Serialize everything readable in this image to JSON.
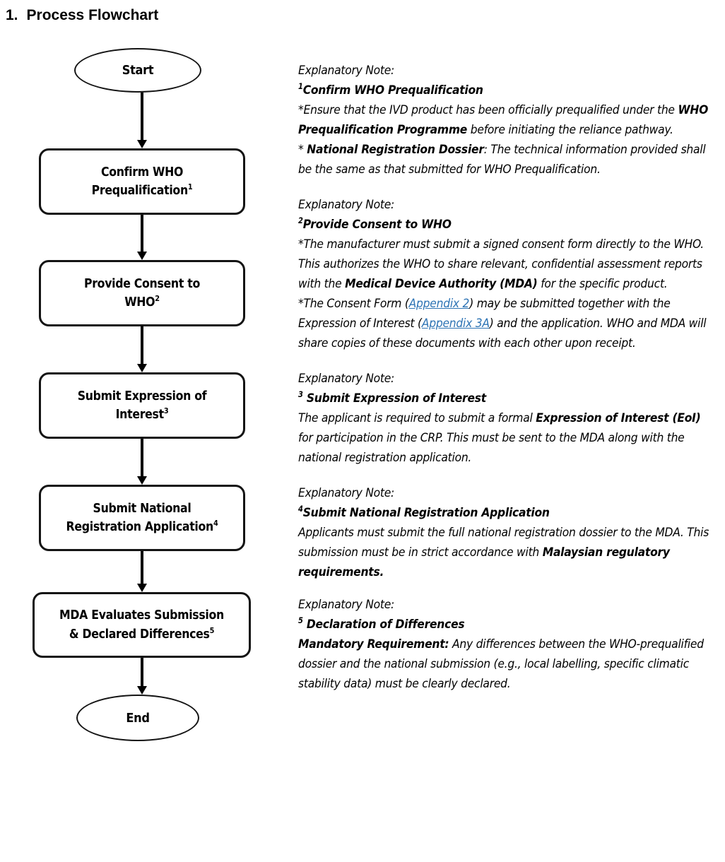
{
  "title": {
    "number": "1.",
    "text": "Process Flowchart"
  },
  "colors": {
    "link": "#2E74B5",
    "stroke": "#141414",
    "text": "#000000",
    "background": "#FFFFFF"
  },
  "flowchart": {
    "type": "flowchart",
    "direction": "top-to-bottom",
    "nodes": [
      {
        "id": "start",
        "shape": "ellipse",
        "label": "Start",
        "superscript": ""
      },
      {
        "id": "confirm",
        "shape": "rounded-rect",
        "label": "Confirm WHO Prequalification",
        "superscript": "1"
      },
      {
        "id": "consent",
        "shape": "rounded-rect",
        "label": "Provide Consent to WHO",
        "superscript": "2"
      },
      {
        "id": "eoi",
        "shape": "rounded-rect",
        "label": "Submit Expression of Interest",
        "superscript": "3"
      },
      {
        "id": "national",
        "shape": "rounded-rect",
        "label": "Submit National Registration Application",
        "superscript": "4"
      },
      {
        "id": "evaluate",
        "shape": "rounded-rect",
        "label": "MDA Evaluates Submission & Declared Differences",
        "superscript": "5"
      },
      {
        "id": "end",
        "shape": "ellipse",
        "label": "End",
        "superscript": ""
      }
    ],
    "edges": [
      {
        "from": "start",
        "to": "confirm"
      },
      {
        "from": "confirm",
        "to": "consent"
      },
      {
        "from": "consent",
        "to": "eoi"
      },
      {
        "from": "eoi",
        "to": "national"
      },
      {
        "from": "national",
        "to": "evaluate"
      },
      {
        "from": "evaluate",
        "to": "end"
      }
    ],
    "node_labels": {
      "start_line1": "Start",
      "confirm_line1": "Confirm WHO",
      "confirm_line2": "Prequalification",
      "confirm_sup": "1",
      "consent_line1": "Provide Consent to",
      "consent_line2": "WHO",
      "consent_sup": "2",
      "eoi_line1": "Submit Expression of",
      "eoi_line2": "Interest",
      "eoi_sup": "3",
      "national_line1": "Submit National",
      "national_line2": "Registration Application",
      "national_sup": "4",
      "evaluate_line1": "MDA Evaluates Submission",
      "evaluate_line2": "& Declared Differences",
      "evaluate_sup": "5",
      "end_line1": "End"
    }
  },
  "notes": {
    "label": "Explanatory Note:",
    "blocks": [
      {
        "id": "note-1",
        "label": "Explanatory Note:",
        "marker": "1",
        "heading": "Confirm WHO Prequalification",
        "paragraphs": [
          "*Ensure that the IVD product has been officially prequalified under the WHO Prequalification Programme before initiating the reliance pathway.",
          "* National Registration Dossier: The technical information provided shall be the same as that submitted for WHO Prequalification."
        ],
        "bold_terms": [
          "WHO Prequalification Programme",
          "National Registration Dossier"
        ]
      },
      {
        "id": "note-2",
        "label": "Explanatory Note:",
        "marker": "2",
        "heading": "Provide Consent to WHO",
        "paragraphs": [
          "*The manufacturer must submit a signed consent form directly to the WHO. This authorizes the WHO to share relevant, confidential assessment reports with the Medical Device Authority (MDA) for the specific product.",
          "*The Consent Form (Appendix 2) may be submitted together with the Expression of Interest (Appendix 3A) and the application. WHO and MDA will share copies of these documents with each other upon receipt."
        ],
        "bold_terms": [
          "Medical Device Authority (MDA)"
        ],
        "links": [
          "Appendix 2",
          "Appendix 3A"
        ]
      },
      {
        "id": "note-3",
        "label": "Explanatory Note:",
        "marker": "3",
        "heading": "Submit Expression of Interest",
        "paragraphs": [
          "The applicant is required to submit a formal Expression of Interest (EoI) for participation in the CRP. This must be sent to the MDA along with the national registration application."
        ],
        "bold_terms": [
          "Expression of Interest (EoI)"
        ]
      },
      {
        "id": "note-4",
        "label": "Explanatory Note:",
        "marker": "4",
        "heading": "Submit National Registration Application",
        "paragraphs": [
          "Applicants must submit the full national registration dossier to the MDA. This submission must be in strict accordance with Malaysian regulatory requirements."
        ],
        "bold_terms": [
          "Malaysian regulatory requirements."
        ]
      },
      {
        "id": "note-5",
        "label": "Explanatory Note:",
        "marker": "5",
        "heading": "Declaration of Differences",
        "paragraphs": [
          "Mandatory Requirement: Any differences between the WHO-prequalified dossier and the national submission (e.g., local labelling, specific climatic stability data) must be clearly declared."
        ],
        "bold_terms": [
          "Mandatory Requirement:"
        ]
      }
    ],
    "fragments": {
      "n1_p1_a": "*Ensure that the IVD product has been officially prequalified under the ",
      "n1_p1_b": "WHO Prequalification Programme",
      "n1_p1_c": " before initiating the reliance pathway.",
      "n1_p2_a": "* ",
      "n1_p2_b": "National Registration Dossier",
      "n1_p2_c": ": The technical information provided shall be the same as that submitted for WHO Prequalification.",
      "n2_p1_a": "*The manufacturer must submit a signed consent form directly to the WHO. This authorizes the WHO to share relevant, confidential assessment reports with the ",
      "n2_p1_b": "Medical Device Authority (MDA)",
      "n2_p1_c": " for the specific product.",
      "n2_p2_a": "*The Consent Form (",
      "n2_p2_link1": "Appendix 2",
      "n2_p2_b": ") may be submitted together with the Expression of Interest (",
      "n2_p2_link2": "Appendix 3A",
      "n2_p2_c": ") and the application. WHO and MDA will share copies of these documents with each other upon receipt.",
      "n3_p1_a": "The applicant is required to submit a formal ",
      "n3_p1_b": "Expression of Interest (EoI)",
      "n3_p1_c": " for participation in the CRP. This must be sent to the MDA along with the national registration application.",
      "n4_p1_a": "Applicants must submit the full national registration dossier to the MDA. This submission must be in strict accordance with ",
      "n4_p1_b": "Malaysian regulatory requirements.",
      "n5_p1_a": "Mandatory Requirement:",
      "n5_p1_b": " Any differences between the WHO-prequalified dossier and the national submission (e.g., local labelling, specific climatic stability data) must be clearly declared."
    }
  }
}
